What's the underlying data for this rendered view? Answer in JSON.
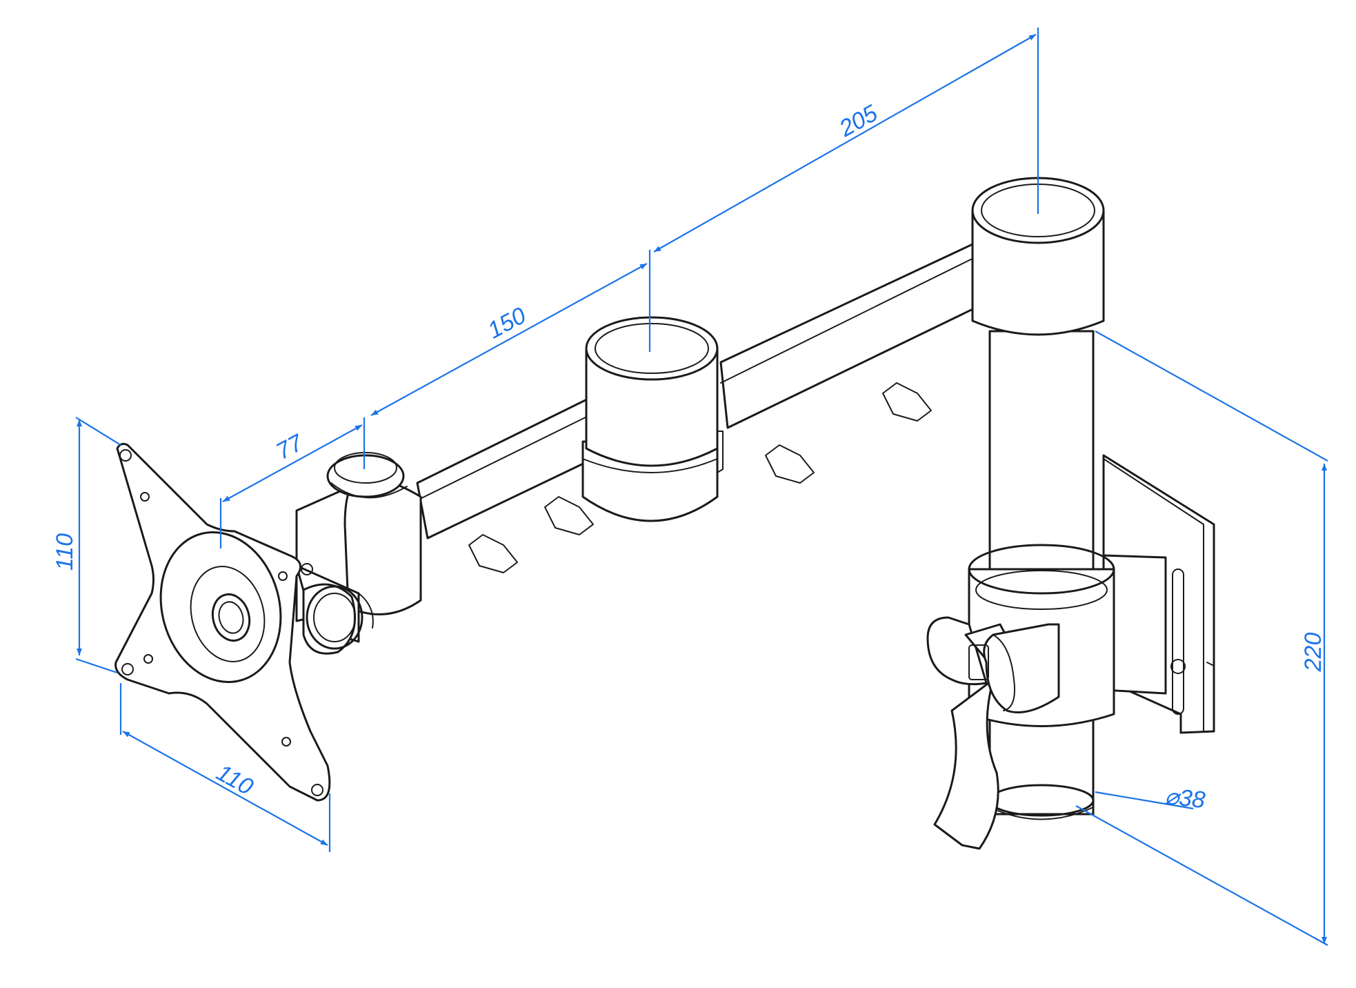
{
  "colors": {
    "dimension": "#1a73e8",
    "ink": "#1a1a1a",
    "background": "#ffffff"
  },
  "dimensions": {
    "plate_height": "110",
    "plate_width": "110",
    "arm_77": "77",
    "arm_150": "150",
    "arm_205": "205",
    "height_220": "220",
    "pole_diameter": "⌀38"
  }
}
